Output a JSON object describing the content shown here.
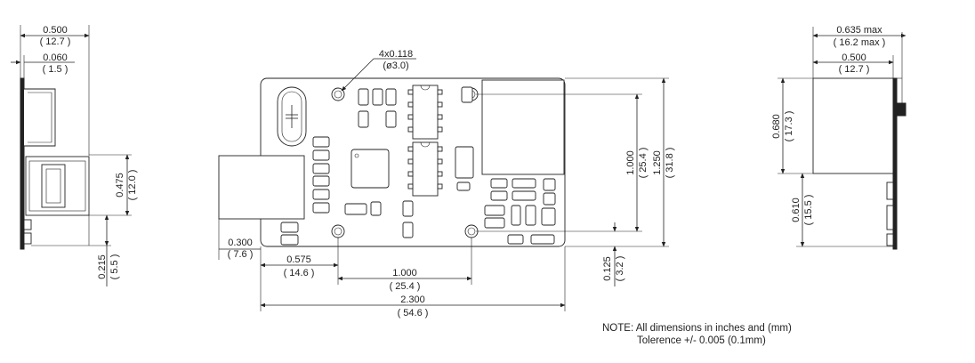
{
  "side_view": {
    "width_in": "0.500",
    "width_mm": "( 12.7 )",
    "pcb_in": "0.060",
    "pcb_mm": "( 1.5 )",
    "jack_in": "0.475",
    "jack_mm": "( 12.0 )",
    "pin_in": "0.215",
    "pin_mm": "( 5.5 )"
  },
  "top_view": {
    "hole_callout_in": "4x0.118",
    "hole_callout_mm": "(ø3.0)",
    "overhang_in": "0.300",
    "overhang_mm": "( 7.6 )",
    "hole_offset_in": "0.575",
    "hole_offset_mm": "( 14.6 )",
    "hole_pitch_x_in": "1.000",
    "hole_pitch_x_mm": "( 25.4 )",
    "length_in": "2.300",
    "length_mm": "( 54.6 )",
    "hole_pitch_y_in": "1.000",
    "hole_pitch_y_mm": "( 25.4 )",
    "board_height_in": "1.250",
    "board_height_mm": "( 31.8 )",
    "hole_edge_in": "0.125",
    "hole_edge_mm": "( 3.2 )"
  },
  "end_view": {
    "max_in": "0.635 max",
    "max_mm": "( 16.2 max )",
    "width_in": "0.500",
    "width_mm": "( 12.7 )",
    "height_in": "0.680",
    "height_mm": "( 17.3 )",
    "lower_in": "0.610",
    "lower_mm": "( 15.5 )"
  },
  "note": {
    "line1": "NOTE: All dimensions in inches and (mm)",
    "line2": "Tolerence +/- 0.005 (0.1mm)"
  }
}
